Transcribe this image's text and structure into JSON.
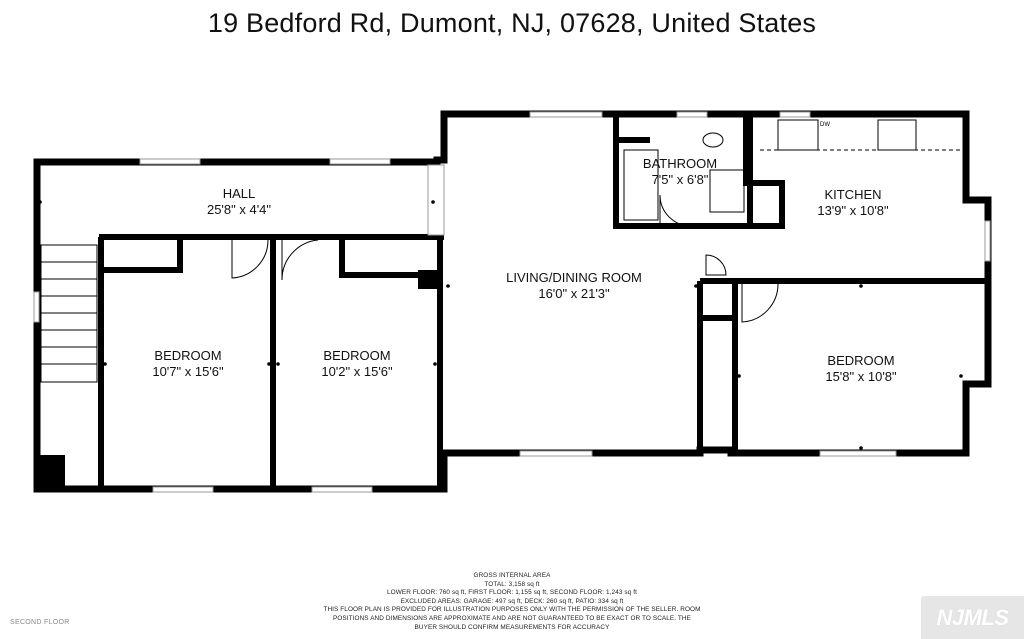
{
  "title": "19 Bedford Rd, Dumont, NJ, 07628, United States",
  "rooms": [
    {
      "name": "HALL",
      "size": "25'8\" x 4'4\""
    },
    {
      "name": "BATHROOM",
      "size": "7'5\" x 6'8\""
    },
    {
      "name": "KITCHEN",
      "size": "13'9\" x 10'8\""
    },
    {
      "name": "LIVING/DINING ROOM",
      "size": "16'0\" x 21'3\""
    },
    {
      "name": "BEDROOM",
      "size": "10'7\" x 15'6\""
    },
    {
      "name": "BEDROOM",
      "size": "10'2\" x 15'6\""
    },
    {
      "name": "BEDROOM",
      "size": "15'8\" x 10'8\""
    }
  ],
  "fixture_labels": {
    "dishwasher": "DW"
  },
  "footer": {
    "lines": [
      "GROSS INTERNAL AREA",
      "TOTAL: 3,158 sq ft",
      "LOWER FLOOR: 760 sq ft, FIRST FLOOR: 1,155 sq ft, SECOND FLOOR: 1,243 sq ft",
      "EXCLUDED AREAS: GARAGE: 497 sq ft, DECK: 260 sq ft, PATIO: 334 sq ft",
      "THIS FLOOR PLAN IS PROVIDED FOR ILLUSTRATION PURPOSES ONLY WITH THE PERMISSION OF THE SELLER. ROOM",
      "POSITIONS AND DIMENSIONS ARE APPROXIMATE AND ARE NOT GUARANTEED TO BE EXACT OR TO SCALE. THE",
      "BUYER SHOULD CONFIRM MEASUREMENTS FOR ACCURACY"
    ]
  },
  "floor_name": "SECOND FLOOR",
  "logo_text": "NJMLS",
  "colors": {
    "wall": "#000000",
    "window": "#9a9a9a",
    "background": "#ffffff",
    "logo_bg": "#e6e6e6"
  }
}
